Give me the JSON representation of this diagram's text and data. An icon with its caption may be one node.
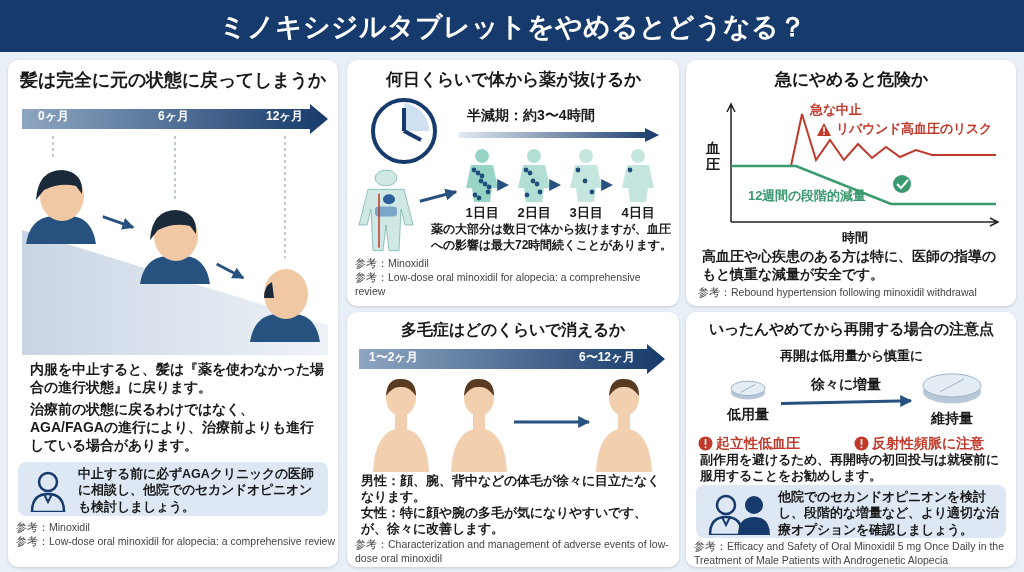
{
  "diagram": {
    "title": "ミノキシジルタブレットをやめるとどうなる？",
    "nodes": [
      {
        "text": [
          "髪は完全に元の状態に戻ってしまうか"
        ]
      },
      {
        "text": [],
        "shape": "picture",
        "in": 0
      },
      {
        "text": [],
        "shape": "picture",
        "in": 0
      },
      {
        "text": [],
        "shape": "picture",
        "in": 0
      },
      {
        "text": [
          "中止する前に必ずAGAクリニックの医師に相談し、他院でのセカンドオピニオンも検討しましょう。"
        ],
        "in": 0
      },
      {
        "text": [
          "何日くらいで体から薬が抜けるか"
        ]
      },
      {
        "text": [],
        "shape": "picture",
        "in": 5
      },
      {
        "text": [
          "1日目"
        ],
        "in": 5
      },
      {
        "text": [
          "2日目"
        ],
        "in": 5
      },
      {
        "text": [
          "3日目"
        ],
        "in": 5
      },
      {
        "text": [
          "4日目"
        ],
        "in": 5
      },
      {
        "text": [
          "急にやめると危険か"
        ]
      },
      {
        "text": [
          "多毛症はどのくらいで消えるか"
        ]
      },
      {
        "text": [],
        "shape": "picture",
        "in": 12
      },
      {
        "text": [],
        "shape": "picture",
        "in": 12
      },
      {
        "text": [],
        "shape": "picture",
        "in": 12
      },
      {
        "text": [
          "いったんやめてから再開する場合の注意点"
        ]
      },
      {
        "text": [
          "低用量"
        ],
        "in": 16
      },
      {
        "text": [
          "維持量"
        ],
        "in": 16
      },
      {
        "text": [
          "他院でのセカンドオピニオンを検討し、段階的な増量など、より適切な治療オプションを確認しましょう。"
        ],
        "in": 16
      }
    ],
    "edges": [
      {
        "from": 1,
        "to": 2,
        "arrow": "to"
      },
      {
        "from": 2,
        "to": 3,
        "arrow": "to"
      },
      {
        "from": 6,
        "to": 7,
        "arrow": "to"
      },
      {
        "from": 7,
        "to": 8,
        "arrow": "to"
      },
      {
        "from": 8,
        "to": 9,
        "arrow": "to"
      },
      {
        "from": 9,
        "to": 10,
        "arrow": "to"
      },
      {
        "from": 14,
        "to": 15,
        "arrow": "to"
      },
      {
        "from": 17,
        "to": 18,
        "label": "徐々に増量",
        "arrow": "to"
      }
    ],
    "labels": [
      "0ヶ月",
      "6ヶ月",
      "12ヶ月",
      "内服を中止すると、髪は『薬を使わなかった場合の進行状態』に戻ります。",
      "治療前の状態に戻るわけではなく、AGA/FAGAの進行により、治療前よりも進行している場合があります。",
      "参考：Minoxidil",
      "参考：Low-dose oral minoxidil for alopecia: a comprehensive review",
      "半減期：約3〜4時間",
      "薬の大部分は数日で体から抜けますが、血圧への影響は最大72時間続くことがあります。",
      "参考：Minoxidil",
      "参考：Low-dose oral minoxidil for alopecia: a comprehensive review",
      "血圧",
      "急な中止",
      "リバウンド高血圧のリスク",
      "12週間の段階的減量",
      "時間",
      "高血圧や心疾患のある方は特に、医師の指導のもと慎重な減量が安全です。",
      "参考：Rebound hypertension following minoxidil withdrawal",
      "1〜2ヶ月",
      "6〜12ヶ月",
      "男性：顔、腕、背中などの体毛が徐々に目立たなくなります。",
      "女性：特に顔や腕の多毛が気になりやすいです、が、徐々に改善します。",
      "参考：Characterization and management of adverse events of low-dose oral minoxidil",
      "再開は低用量から慎重に",
      "起立性低血圧",
      "反射性頻脈に注意",
      "副作用を避けるため、再開時の初回投与は就寝前に服用することをお勧めします。",
      "参考：Efficacy and Safety of Oral Minoxidil 5 mg Once Daily in the Treatment of Male Patients with Androgenetic Alopecia"
    ]
  }
}
